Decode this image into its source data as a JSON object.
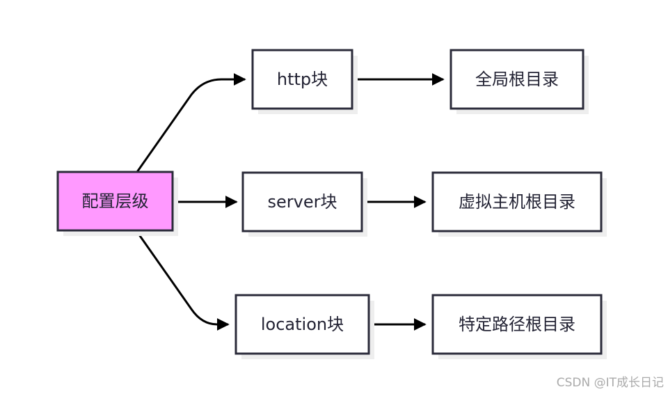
{
  "nodes": {
    "root": {
      "label": "配置层级",
      "fill": "#ff99ff"
    },
    "http": {
      "label": "http块",
      "fill": "#ffffff"
    },
    "server": {
      "label": "server块",
      "fill": "#ffffff"
    },
    "location": {
      "label": "location块",
      "fill": "#ffffff"
    },
    "http_root": {
      "label": "全局根目录",
      "fill": "#ffffff"
    },
    "server_root": {
      "label": "虚拟主机根目录",
      "fill": "#ffffff"
    },
    "location_root": {
      "label": "特定路径根目录",
      "fill": "#ffffff"
    }
  },
  "edges": [
    {
      "from": "root",
      "to": "http"
    },
    {
      "from": "root",
      "to": "server"
    },
    {
      "from": "root",
      "to": "location"
    },
    {
      "from": "http",
      "to": "http_root"
    },
    {
      "from": "server",
      "to": "server_root"
    },
    {
      "from": "location",
      "to": "location_root"
    }
  ],
  "colors": {
    "border": "#2b2b3a",
    "edge": "#000000"
  },
  "watermark": "CSDN @IT成长日记"
}
